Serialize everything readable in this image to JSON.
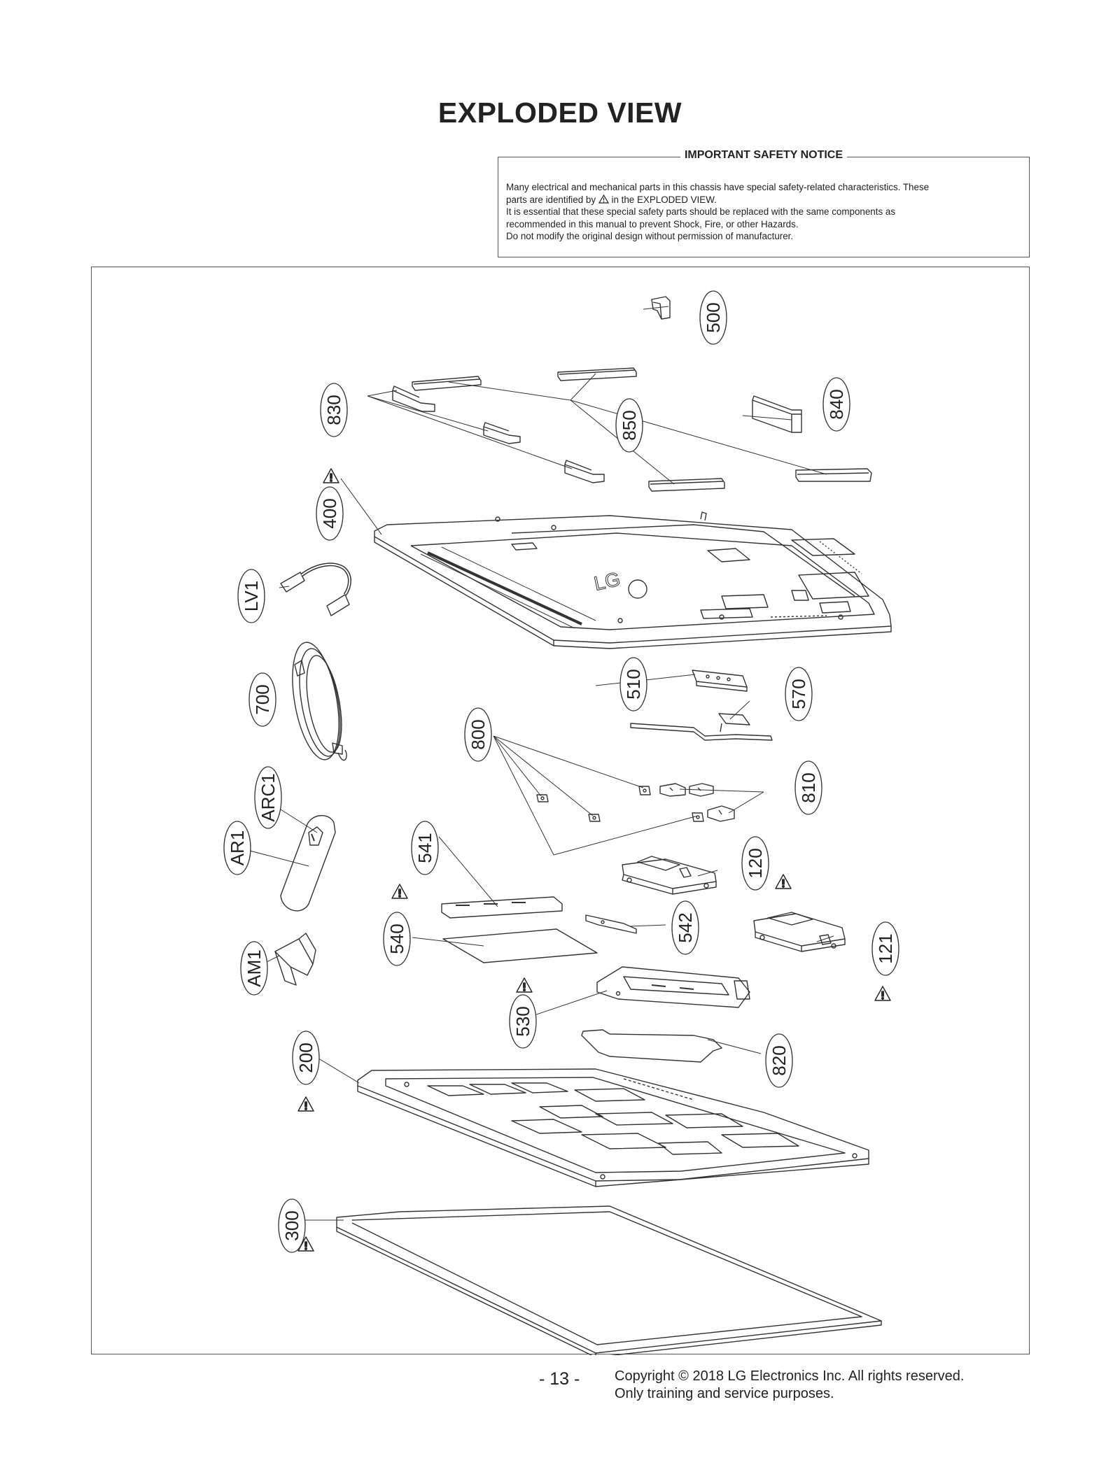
{
  "title": "EXPLODED VIEW",
  "notice": {
    "heading": "IMPORTANT SAFETY NOTICE",
    "line1": "Many electrical and mechanical parts in this chassis have special safety-related characteristics. These",
    "line2_pre": "parts are identified by",
    "line2_post": "in the EXPLODED VIEW.",
    "line3": "It is essential that these special safety parts should be replaced with the same components as",
    "line4": "recommended in this manual to prevent Shock, Fire, or other Hazards.",
    "line5": "Do not modify the original design without permission of manufacturer."
  },
  "part_labels": {
    "p500": "500",
    "p830": "830",
    "p850": "850",
    "p840": "840",
    "p400": "400",
    "pLV1": "LV1",
    "p700": "700",
    "p510": "510",
    "p570": "570",
    "p800": "800",
    "p810": "810",
    "pARC1": "ARC1",
    "pAR1": "AR1",
    "p541": "541",
    "p120": "120",
    "p540": "540",
    "p542": "542",
    "p121": "121",
    "pAM1": "AM1",
    "p530": "530",
    "p820": "820",
    "p200": "200",
    "p300": "300"
  },
  "footer": {
    "page": "- 13 -",
    "copyright_line1": "Copyright © 2018 LG Electronics Inc. All rights reserved.",
    "copyright_line2": "Only training and service purposes."
  }
}
